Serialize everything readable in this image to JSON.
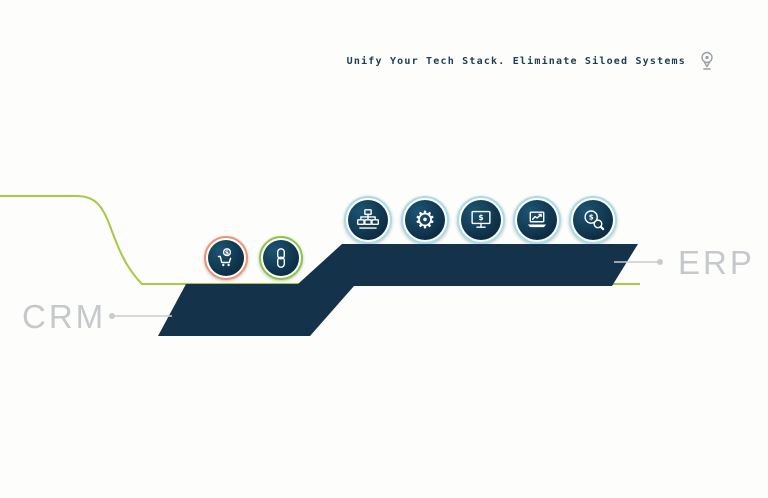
{
  "headline": {
    "text": "Unify Your Tech Stack. Eliminate Siloed Systems"
  },
  "endpoints": {
    "left": "CRM",
    "right": "ERP"
  },
  "glyphs": {
    "dollar": "$",
    "gear": "⚙"
  },
  "badges": {
    "top_row": [
      "sitemap",
      "gear",
      "monitor-dollar",
      "laptop-chart",
      "coin-search"
    ],
    "band_row": [
      "cart-dollar",
      "link"
    ]
  },
  "colors": {
    "band_navy": "#14334a",
    "flow_green": "#a7c944",
    "ring_coral": "#f0926f",
    "ring_green": "#8cc63e",
    "ring_blue": "#abdce6",
    "label_gray": "#c6c9cb",
    "headline_navy": "#1e3d52"
  }
}
